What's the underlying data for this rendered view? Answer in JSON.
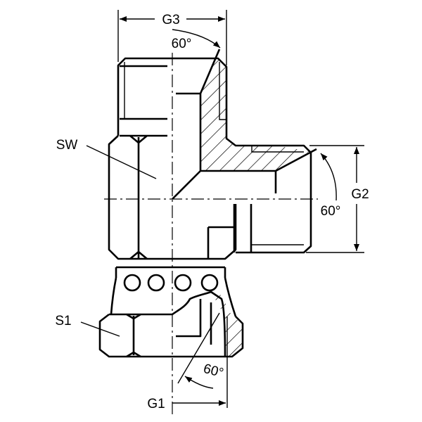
{
  "labels": {
    "g3": "G3",
    "g2": "G2",
    "g1": "G1",
    "sw": "SW",
    "s1": "S1",
    "angle_top": "60°",
    "angle_right": "60°",
    "angle_bottom": "60°"
  },
  "colors": {
    "line": "#000000",
    "background": "#ffffff"
  }
}
